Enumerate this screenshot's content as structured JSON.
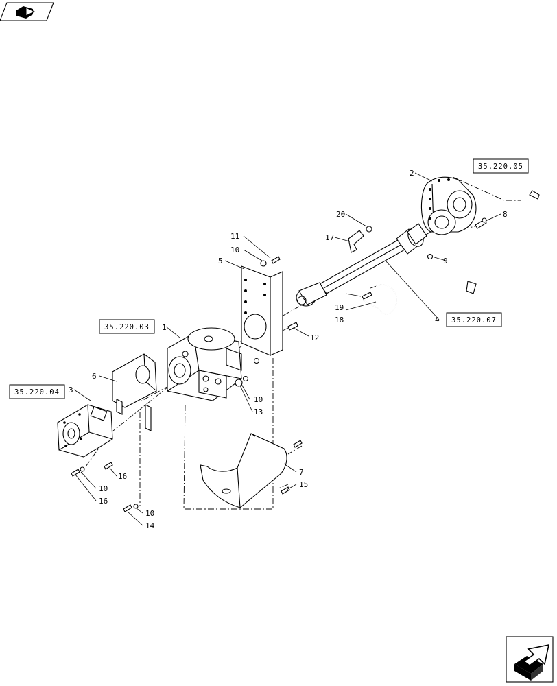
{
  "references": [
    {
      "id": "ref-35-220-05",
      "text": "35.220.05"
    },
    {
      "id": "ref-35-220-07",
      "text": "35.220.07"
    },
    {
      "id": "ref-35-220-03",
      "text": "35.220.03"
    },
    {
      "id": "ref-35-220-04",
      "text": "35.220.04"
    }
  ],
  "callouts": {
    "c1": "1",
    "c2": "2",
    "c3": "3",
    "c4": "4",
    "c5": "5",
    "c6": "6",
    "c7": "7",
    "c8": "8",
    "c9": "9",
    "c10a": "10",
    "c10b": "10",
    "c10c": "10",
    "c10d": "10",
    "c11": "11",
    "c12": "12",
    "c13": "13",
    "c14": "14",
    "c15": "15",
    "c16a": "16",
    "c16b": "16",
    "c17": "17",
    "c18": "18",
    "c19": "19",
    "c20": "20"
  },
  "icons": {
    "top_left": "previous-page-icon",
    "bottom_right": "next-page-icon"
  }
}
